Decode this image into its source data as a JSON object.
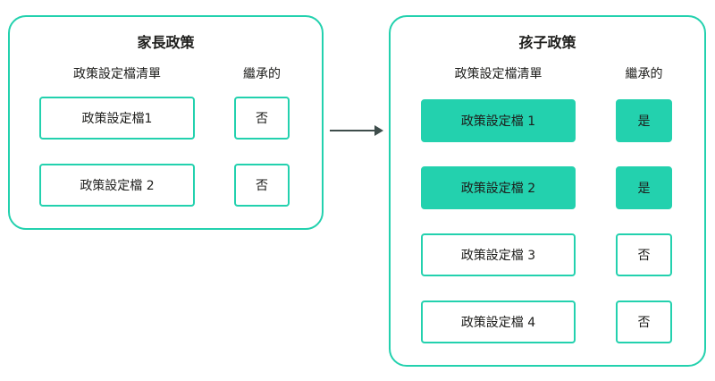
{
  "parent_policy": {
    "title": "家長政策",
    "col_profiles": "政策設定檔清單",
    "col_inherited": "繼承的",
    "rows": [
      {
        "profile": "政策設定檔1",
        "inherited": "否"
      },
      {
        "profile": "政策設定檔 2",
        "inherited": "否"
      }
    ]
  },
  "child_policy": {
    "title": "孩子政策",
    "col_profiles": "政策設定檔清單",
    "col_inherited": "繼承的",
    "rows": [
      {
        "profile": "政策設定檔 1",
        "inherited": "是",
        "highlighted": true
      },
      {
        "profile": "政策設定檔 2",
        "inherited": "是",
        "highlighted": true
      },
      {
        "profile": "政策設定檔 3",
        "inherited": "否",
        "highlighted": false
      },
      {
        "profile": "政策設定檔 4",
        "inherited": "否",
        "highlighted": false
      }
    ]
  },
  "colors": {
    "accent": "#23d1ae",
    "arrow": "#3e4d4b",
    "text": "#1d1d1b"
  }
}
